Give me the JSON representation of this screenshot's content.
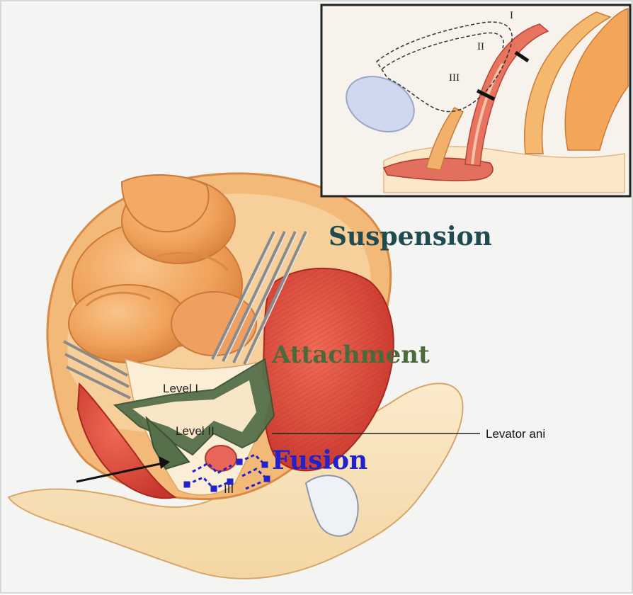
{
  "main_labels": {
    "suspension": "Suspension",
    "attachment": "Attachment",
    "fusion": "Fusion",
    "levator_ani": "Levator ani"
  },
  "level_labels": {
    "level_1": "Level I",
    "level_2": "Level II",
    "level_3": "III"
  },
  "inset_labels": {
    "roman_1": "I",
    "roman_2": "II",
    "roman_3": "III"
  },
  "colors": {
    "suspension": "#1f4a50",
    "attachment": "#4b6a3a",
    "fusion": "#2222cc",
    "muscle": "#d9483c",
    "organ": "#f0a35c",
    "tissue": "#f6e2b8"
  }
}
